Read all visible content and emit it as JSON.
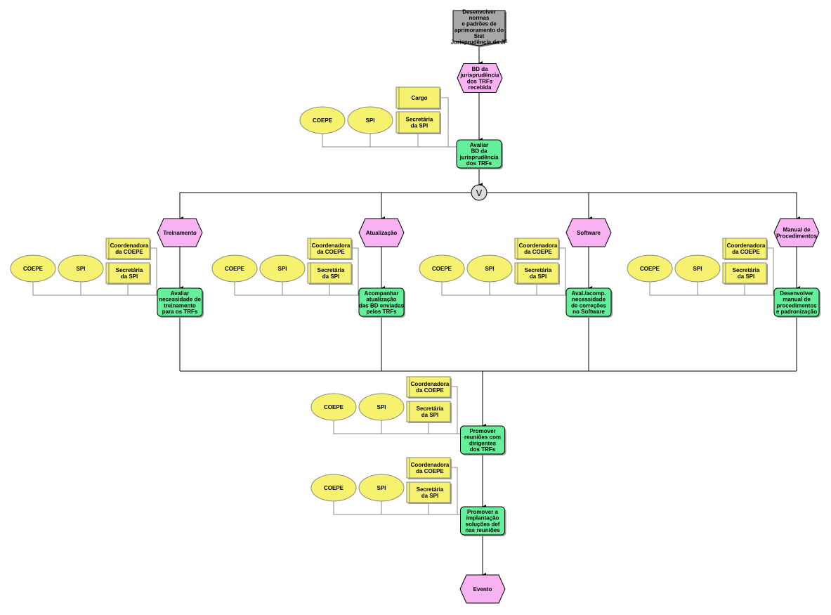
{
  "diagram": {
    "title": "Desenvolver normas e padrões de aprimoramento do Sist Jurisprudência da JF",
    "start_interface": {
      "label": [
        "Desenvolver",
        "normas",
        "e padrões de",
        "aprimoramento do",
        "Sist",
        "Jurisprudência da JF"
      ]
    },
    "start_event": {
      "label": [
        "BD da",
        "jurisprudência",
        "dos TRFs",
        "recebida"
      ]
    },
    "first_function": {
      "label": [
        "Avaliar",
        "BD da",
        "jurisprudência",
        "dos TRFs"
      ],
      "org_units": [
        "COEPE",
        "SPI"
      ],
      "roles": [
        [
          "Cargo"
        ],
        [
          "Secretária",
          "da SPI"
        ]
      ]
    },
    "split_connector": {
      "symbol": "V",
      "type": "OR"
    },
    "branches": [
      {
        "event": [
          "Treinamento"
        ],
        "function": [
          "Avaliar",
          "necessidade de",
          "treinamento",
          "para os TRFs"
        ],
        "org_units": [
          "COEPE",
          "SPI"
        ],
        "roles": [
          [
            "Coordenadora",
            "da COEPE"
          ],
          [
            "Secretária",
            "da SPI"
          ]
        ]
      },
      {
        "event": [
          "Atualização"
        ],
        "function": [
          "Acompanhar",
          "atualização",
          "das BD enviadas",
          "pelos TRFs"
        ],
        "org_units": [
          "COEPE",
          "SPI"
        ],
        "roles": [
          [
            "Coordenadora",
            "da COEPE"
          ],
          [
            "Secretária",
            "da SPI"
          ]
        ]
      },
      {
        "event": [
          "Software"
        ],
        "function": [
          "Aval./acomp.",
          "necessidade",
          "de correções",
          "no Software"
        ],
        "org_units": [
          "COEPE",
          "SPI"
        ],
        "roles": [
          [
            "Coordenadora",
            "da COEPE"
          ],
          [
            "Secretária",
            "da SPI"
          ]
        ]
      },
      {
        "event": [
          "Manual de",
          "Procedimentos"
        ],
        "function": [
          "Desenvolver",
          "manual de",
          "procedimentos",
          "e padronização"
        ],
        "org_units": [
          "COEPE",
          "SPI"
        ],
        "roles": [
          [
            "Coordenadora",
            "da COEPE"
          ],
          [
            "Secretária",
            "da SPI"
          ]
        ]
      }
    ],
    "join_functions": [
      {
        "label": [
          "Promover",
          "reuniões com",
          "dirigentes",
          "dos TRFs"
        ],
        "org_units": [
          "COEPE",
          "SPI"
        ],
        "roles": [
          [
            "Coordenadora",
            "da COEPE"
          ],
          [
            "Secretária",
            "da SPI"
          ]
        ]
      },
      {
        "label": [
          "Promover a",
          "implantação",
          "soluções def",
          "nas reuniões"
        ],
        "org_units": [
          "COEPE",
          "SPI"
        ],
        "roles": [
          [
            "Coordenadora",
            "da COEPE"
          ],
          [
            "Secretária",
            "da SPI"
          ]
        ]
      }
    ],
    "end_event": {
      "label": [
        "Evento"
      ]
    }
  },
  "colors": {
    "event": "#f7b2f2",
    "function": "#66ef9a",
    "org_unit": "#f6f270",
    "interface": "#a8a8a8",
    "connector": "#dcdcdc"
  }
}
